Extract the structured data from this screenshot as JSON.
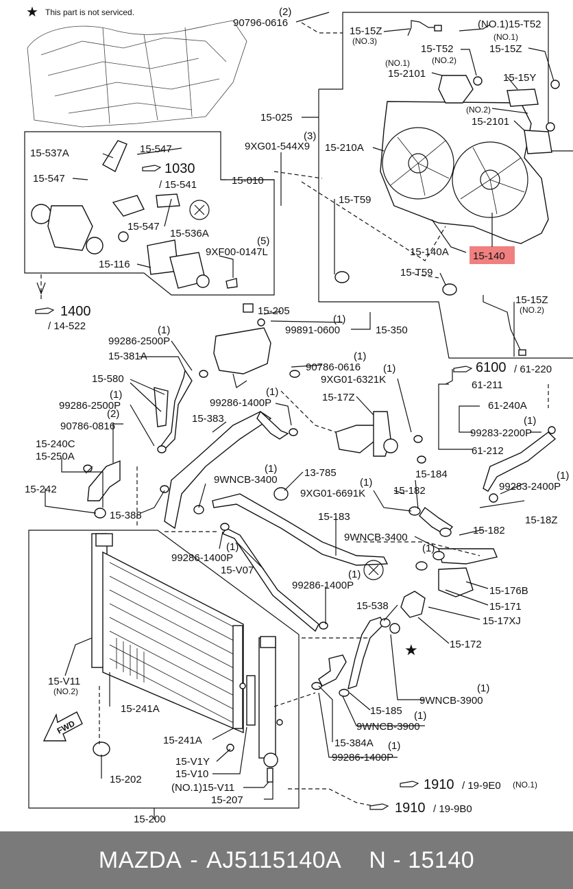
{
  "note": {
    "star": "★",
    "text": "This part is not serviced."
  },
  "highlight_color": "#f08080",
  "labels": {
    "p90796_0616_top": "90796-0616",
    "q2_top": "(2)",
    "p15_15Z_no3": "15-15Z",
    "no3": "(NO.3)",
    "p15_T52_no1": "(NO.1)15-T52",
    "no1_a": "(NO.1)",
    "p15_15Z_b": "15-15Z",
    "p15_T52": "15-T52",
    "no2_a": "(NO.2)",
    "no1_b": "(NO.1)",
    "p15_2101_a": "15-2101",
    "p15_15Y": "15-15Y",
    "no2_b": "(NO.2)",
    "p15_2101_b": "15-2101",
    "p15_025": "15-025",
    "p15_210A": "15-210A",
    "p9XG01_544X9": "9XG01-544X9",
    "q3": "(3)",
    "p15_537A": "15-537A",
    "p15_547_a": "15-547",
    "p15_547_b": "15-547",
    "ref1030": "1030",
    "p15_541": "/ 15-541",
    "p15_010": "15-010",
    "p15_547_c": "15-547",
    "p15_536A": "15-536A",
    "p15_116": "15-116",
    "p9XF00": "9XF00-0147L",
    "q5": "(5)",
    "p15_T59_a": "15-T59",
    "p15_140A": "15-140A",
    "p15_140": "15-140",
    "p15_T59_b": "15-T59",
    "ref1400": "1400",
    "ref14_522": "/ 14-522",
    "p15_205": "15-205",
    "p99891": "99891-0600",
    "q1_a": "(1)",
    "p15_350": "15-350",
    "p15_15Z_c": "15-15Z",
    "no2_c": "(NO.2)",
    "p99286_2500P_a": "99286-2500P",
    "q1_b": "(1)",
    "p15_381A": "15-381A",
    "p90786_0616": "90786-0616",
    "q1_c": "(1)",
    "ref6100": "6100",
    "ref61_220": "/ 61-220",
    "p9XG01_6321K": "9XG01-6321K",
    "q1_d": "(1)",
    "p61_211": "61-211",
    "p15_580": "15-580",
    "p15_17Z": "15-17Z",
    "p99286_1400P_a": "99286-1400P",
    "q1_e": "(1)",
    "p61_240A": "61-240A",
    "p99286_2500P_b": "99286-2500P",
    "q1_f": "(1)",
    "p15_383": "15-383",
    "p99283_2200P": "99283-2200P",
    "q1_g": "(1)",
    "p90786_0816": "90786-0816",
    "q2_b": "(2)",
    "p61_212": "61-212",
    "p15_240C": "15-240C",
    "p15_250A": "15-250A",
    "p9WNCB_3400_a": "9WNCB-3400",
    "q1_h": "(1)",
    "p13_785": "13-785",
    "p15_184": "15-184",
    "p15_242": "15-242",
    "p9XG01_6691K": "9XG01-6691K",
    "q1_i": "(1)",
    "p15_182_a": "15-182",
    "p99283_2400P": "99283-2400P",
    "q1_j": "(1)",
    "p15_388": "15-388",
    "p15_183": "15-183",
    "p15_18Z": "15-18Z",
    "p9WNCB_3400_b": "9WNCB-3400",
    "q1_k": "(1)",
    "p15_182_b": "15-182",
    "p99286_1400P_b": "99286-1400P",
    "q1_l": "(1)",
    "p15_V07": "15-V07",
    "p99286_1400P_c": "99286-1400P",
    "q1_m": "(1)",
    "p15_176B": "15-176B",
    "p15_538": "15-538",
    "p15_171": "15-171",
    "p15_17XJ": "15-17XJ",
    "p15_172": "15-172",
    "p15_V11_a": "15-V11",
    "no2_d": "(NO.2)",
    "q1_n": "(1)",
    "p9WNCB_3900_a": "9WNCB-3900",
    "p15_241A_a": "15-241A",
    "p15_185": "15-185",
    "q1_o": "(1)",
    "p9WNCB_3900_b": "9WNCB-3900",
    "p15_241A_b": "15-241A",
    "p15_384A": "15-384A",
    "q1_p": "(1)",
    "p99286_1400P_d": "99286-1400P",
    "p15_V1Y": "15-V1Y",
    "ref1910_a": "1910",
    "ref19_9E0": "/ 19-9E0",
    "no1_c": "(NO.1)",
    "p15_V10": "15-V10",
    "p15_202": "15-202",
    "p15_V11_b": "(NO.1)15-V11",
    "p15_207": "15-207",
    "ref1910_b": "1910",
    "ref19_9B0": "/ 19-9B0",
    "p15_200": "15-200",
    "fwd": "FWD"
  },
  "footer": {
    "brand": "MAZDA",
    "sep": "-",
    "part_number": "AJ5115140A",
    "code": "N - 15140"
  }
}
